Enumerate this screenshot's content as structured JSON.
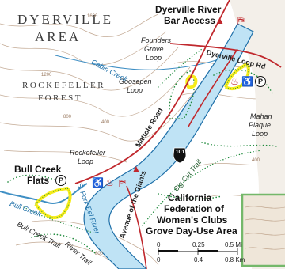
{
  "map": {
    "area_title_line1": "DYERVILLE",
    "area_title_line2": "AREA",
    "forest_line1": "ROCKEFELLER",
    "forest_line2": "FOREST",
    "river_bar_line1": "Dyerville River",
    "river_bar_line2": "Bar Access",
    "dyerville_loop_rd": "Dyerville Loop Rd",
    "founders_line1": "Founders",
    "founders_line2": "Grove",
    "founders_line3": "Loop",
    "goosepen_line1": "Goosepen",
    "goosepen_line2": "Loop",
    "mattole_road": "Mattole Road",
    "highway_number": "101",
    "mahan_line1": "Mahan",
    "mahan_line2": "Plaque",
    "mahan_line3": "Loop",
    "rockefeller_loop_line1": "Rockefeller",
    "rockefeller_loop_line2": "Loop",
    "bull_creek_flats_line1": "Bull Creek",
    "bull_creek_flats_line2": "Flats",
    "cabin_creek": "Cabin Creek",
    "big_cut_trail": "Big Cut Trail",
    "avenue_of_giants": "Avenue of the Giants",
    "bull_creek_label": "Bull Creek",
    "bull_creek_trail": "Bull Creek Trail",
    "river_trail": "River Trail",
    "south_fork_eel": "S. Fork Eel River",
    "federation_line1": "California",
    "federation_line2": "Federation of",
    "federation_line3": "Women's Clubs",
    "federation_line4": "Grove Day-Use Area",
    "parking_symbol": "P",
    "elevation_labels": [
      "400",
      "800",
      "1200",
      "1600",
      "400",
      "800"
    ],
    "icons": [
      "picnic-table-icon",
      "restroom-icon",
      "accessible-icon",
      "parking-icon",
      "boat-launch-icon"
    ],
    "colors": {
      "water": "#bfe3f5",
      "river": "#1e6fa8",
      "road": "#c0282d",
      "trail_highlight": "#f6ec1a",
      "forest_dots": "#1f8a3c",
      "contour": "#b89a80",
      "inset_border": "#74b86a"
    }
  },
  "scale": {
    "mile_ticks": [
      "0",
      "0.25",
      "0.5 Mi"
    ],
    "km_ticks": [
      "0",
      "0.4",
      "0.8 Km"
    ]
  }
}
